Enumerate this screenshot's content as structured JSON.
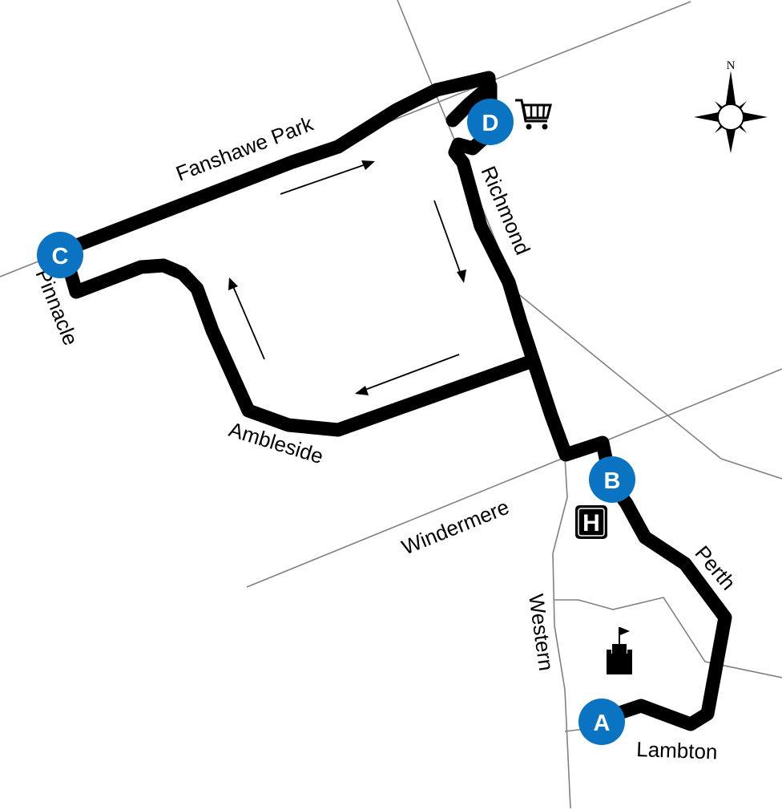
{
  "streets": {
    "fanshawe_park": "Fanshawe Park",
    "richmond": "Richmond",
    "pinnacle": "Pinnacle",
    "ambleside": "Ambleside",
    "windermere": "Windermere",
    "western": "Western",
    "perth": "Perth",
    "lambton": "Lambton"
  },
  "stops": {
    "a": "A",
    "b": "B",
    "c": "C",
    "d": "D"
  },
  "compass": {
    "north": "N"
  },
  "poi": {
    "hospital": "H"
  },
  "icons": {
    "shopping": "shopping-cart-icon",
    "hospital": "hospital-icon",
    "landmark": "castle-flag-icon",
    "compass": "compass-rose-icon"
  },
  "colors": {
    "stop_marker": "#0a74c2",
    "route": "#000000",
    "road": "#808080"
  }
}
